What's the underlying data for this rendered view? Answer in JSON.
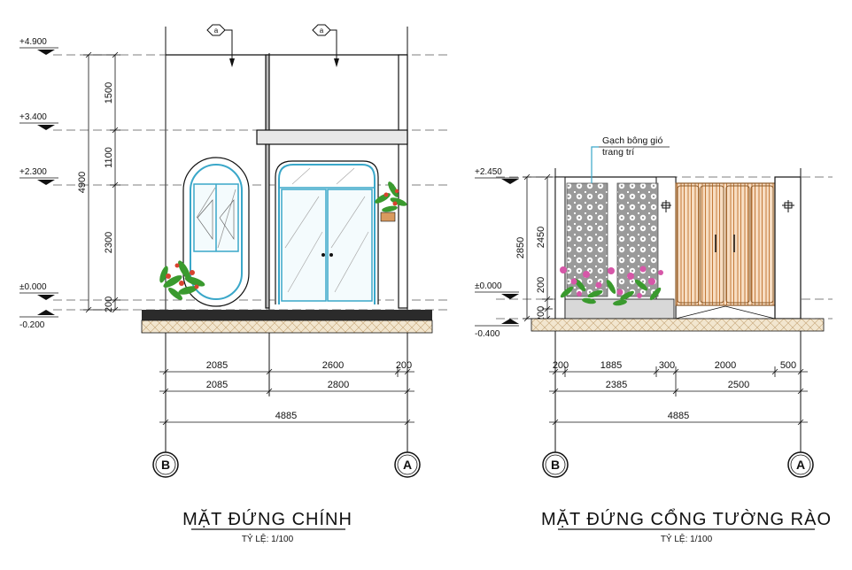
{
  "left": {
    "title": "MẶT ĐỨNG CHÍNH",
    "scale": "TỶ LỆ: 1/100",
    "levels": [
      "+4.900",
      "+3.400",
      "+2.300",
      "±0.000",
      "-0.200"
    ],
    "vertical_dims": [
      "1500",
      "1100",
      "2300",
      "200"
    ],
    "total_height": "4900",
    "dims_row1": [
      "2085",
      "2600",
      "200"
    ],
    "dims_row2": [
      "2085",
      "2800"
    ],
    "dims_total": "4885",
    "section_marks": [
      "a",
      "a"
    ],
    "axis_left": "B",
    "axis_right": "A"
  },
  "right": {
    "title": "MẶT ĐỨNG CỔNG TƯỜNG RÀO",
    "scale": "TỶ LỆ: 1/100",
    "levels": [
      "+2.450",
      "±0.000",
      "-0.400"
    ],
    "vertical_dims": [
      "2450",
      "200",
      "200"
    ],
    "total_height": "2850",
    "dims_row1": [
      "200",
      "1885",
      "300",
      "2000",
      "500"
    ],
    "dims_row2": [
      "2385",
      "2500"
    ],
    "dims_total": "4885",
    "note": [
      "Gạch bông gió",
      "trang trí"
    ],
    "axis_left": "B",
    "axis_right": "A"
  },
  "colors": {
    "line": "#111111",
    "window_frame": "#3aa7c9",
    "wood": "#d99a5e",
    "leaf": "#3a9a2e",
    "flower_red": "#d8432f",
    "flower_pink": "#d657a8",
    "ground": "#f2e6cf"
  }
}
